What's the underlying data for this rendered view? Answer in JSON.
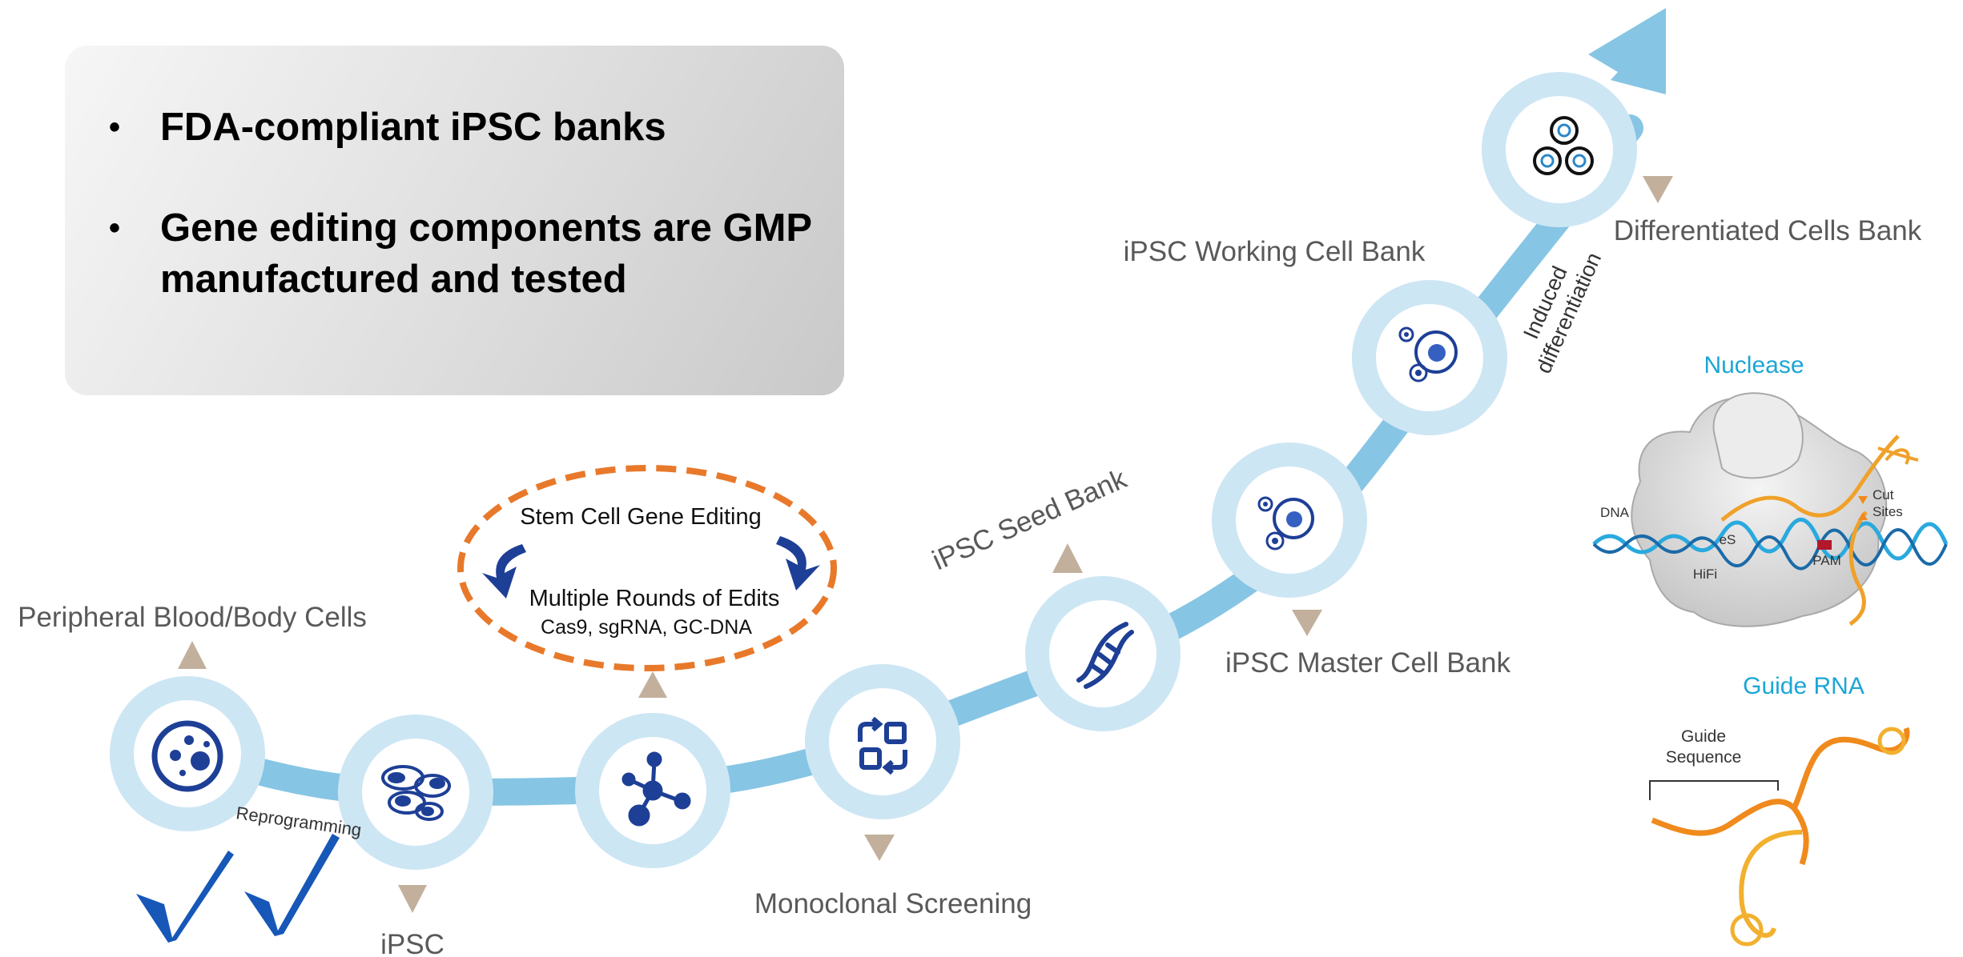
{
  "info_box": {
    "bullets": [
      "FDA-compliant iPSC banks",
      "Gene editing components are GMP manufactured and tested"
    ]
  },
  "stages": {
    "peripheral": "Peripheral Blood/Body Cells",
    "ipsc": "iPSC",
    "monoclonal": "Monoclonal Screening",
    "seed_bank": "iPSC Seed Bank",
    "master_bank": "iPSC Master Cell Bank",
    "working_bank": "iPSC Working Cell Bank",
    "differentiated": "Differentiated Cells Bank"
  },
  "path_labels": {
    "reprogramming": "Reprogramming",
    "induced_line1": "Induced",
    "induced_line2": "differentiation"
  },
  "editing_loop": {
    "title": "Stem Cell Gene Editing",
    "subtitle": "Multiple Rounds of Edits",
    "components": "Cas9, sgRNA, GC-DNA"
  },
  "nuclease_panel": {
    "title": "Nuclease",
    "dna": "DNA",
    "es": "eS",
    "hifi": "HiFi",
    "pam": "PAM",
    "cut": "Cut",
    "sites": "Sites"
  },
  "guide_panel": {
    "title": "Guide RNA",
    "guide": "Guide",
    "sequence": "Sequence"
  },
  "icons": [
    "cell-colony-icon",
    "cell-cluster-icon",
    "network-node-icon",
    "screening-cycle-icon",
    "dna-helix-icon",
    "master-cell-icon",
    "working-cell-icon",
    "differentiated-cells-icon"
  ],
  "colors": {
    "path_blue": "#87c5e4",
    "ring_blue": "#cde6f4",
    "icon_navy": "#1e3f96",
    "marker_tan": "#c2b09c",
    "dashed_orange": "#e8792b",
    "check_blue": "#1657b8",
    "accent_cyan": "#1ba6d6",
    "rna_orange": "#f0a12a"
  }
}
